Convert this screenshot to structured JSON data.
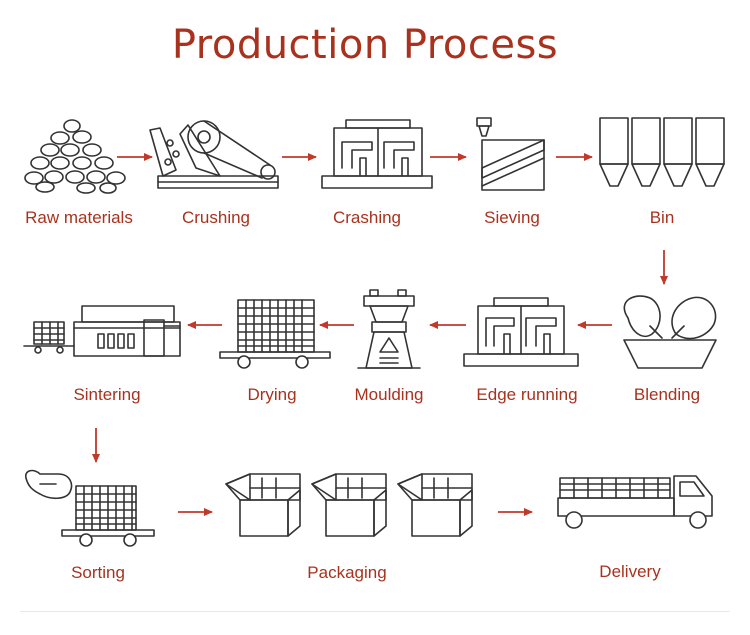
{
  "title": "Production Process",
  "steps": [
    {
      "id": "raw-materials",
      "label": "Raw materials"
    },
    {
      "id": "crushing",
      "label": "Crushing"
    },
    {
      "id": "crashing",
      "label": "Crashing"
    },
    {
      "id": "sieving",
      "label": "Sieving"
    },
    {
      "id": "bin",
      "label": "Bin"
    },
    {
      "id": "blending",
      "label": "Blending"
    },
    {
      "id": "edge-running",
      "label": "Edge running"
    },
    {
      "id": "moulding",
      "label": "Moulding"
    },
    {
      "id": "drying",
      "label": "Drying"
    },
    {
      "id": "sintering",
      "label": "Sintering"
    },
    {
      "id": "sorting",
      "label": "Sorting"
    },
    {
      "id": "packaging",
      "label": "Packaging"
    },
    {
      "id": "delivery",
      "label": "Delivery"
    }
  ],
  "colors": {
    "accent": "#a8321e",
    "arrow": "#c0392b",
    "line": "#333333"
  }
}
